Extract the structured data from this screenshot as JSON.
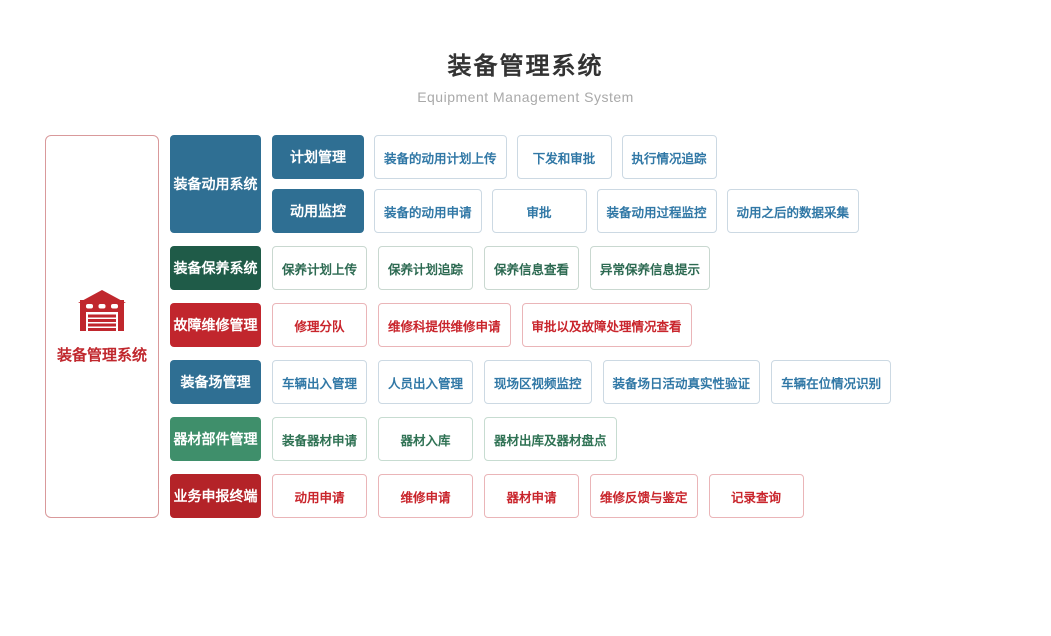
{
  "header": {
    "title": "装备管理系统",
    "subtitle": "Equipment Management System"
  },
  "root": {
    "label": "装备管理系统",
    "icon": "garage-icon",
    "color": "#c0272d",
    "border_color": "#d9999b"
  },
  "themes": {
    "blue": {
      "fill": "#2f6f93",
      "text": "#3178a6",
      "border": "#ccd9e3"
    },
    "dark-green": {
      "fill": "#1f5b48",
      "text": "#2d6a52",
      "border": "#c9d8d0"
    },
    "red": {
      "fill": "#c1262d",
      "text": "#c9252c",
      "border": "#eab5b8"
    },
    "green": {
      "fill": "#3f8f6b",
      "text": "#2f7254",
      "border": "#c7dcd1"
    },
    "dark-red": {
      "fill": "#b42328",
      "text": "#c9252c",
      "border": "#eab5b8"
    }
  },
  "modules": [
    {
      "label": "装备动用系统",
      "theme": "blue",
      "groups": [
        {
          "label": "计划管理",
          "items": [
            "装备的动用计划上传",
            "下发和审批",
            "执行情况追踪"
          ]
        },
        {
          "label": "动用监控",
          "items": [
            "装备的动用申请",
            "审批",
            "装备动用过程监控",
            "动用之后的数据采集"
          ]
        }
      ]
    },
    {
      "label": "装备保养系统",
      "theme": "dark-green",
      "items": [
        "保养计划上传",
        "保养计划追踪",
        "保养信息查看",
        "异常保养信息提示"
      ]
    },
    {
      "label": "故障维修管理",
      "theme": "red",
      "items": [
        "修理分队",
        "维修科提供维修申请",
        "审批以及故障处理情况查看"
      ]
    },
    {
      "label": "装备场管理",
      "theme": "blue",
      "items": [
        "车辆出入管理",
        "人员出入管理",
        "现场区视频监控",
        "装备场日活动真实性验证",
        "车辆在位情况识别"
      ]
    },
    {
      "label": "器材部件管理",
      "theme": "green",
      "items": [
        "装备器材申请",
        "器材入库",
        "器材出库及器材盘点"
      ]
    },
    {
      "label": "业务申报终端",
      "theme": "dark-red",
      "items": [
        "动用申请",
        "维修申请",
        "器材申请",
        "维修反馈与鉴定",
        "记录查询"
      ]
    }
  ]
}
